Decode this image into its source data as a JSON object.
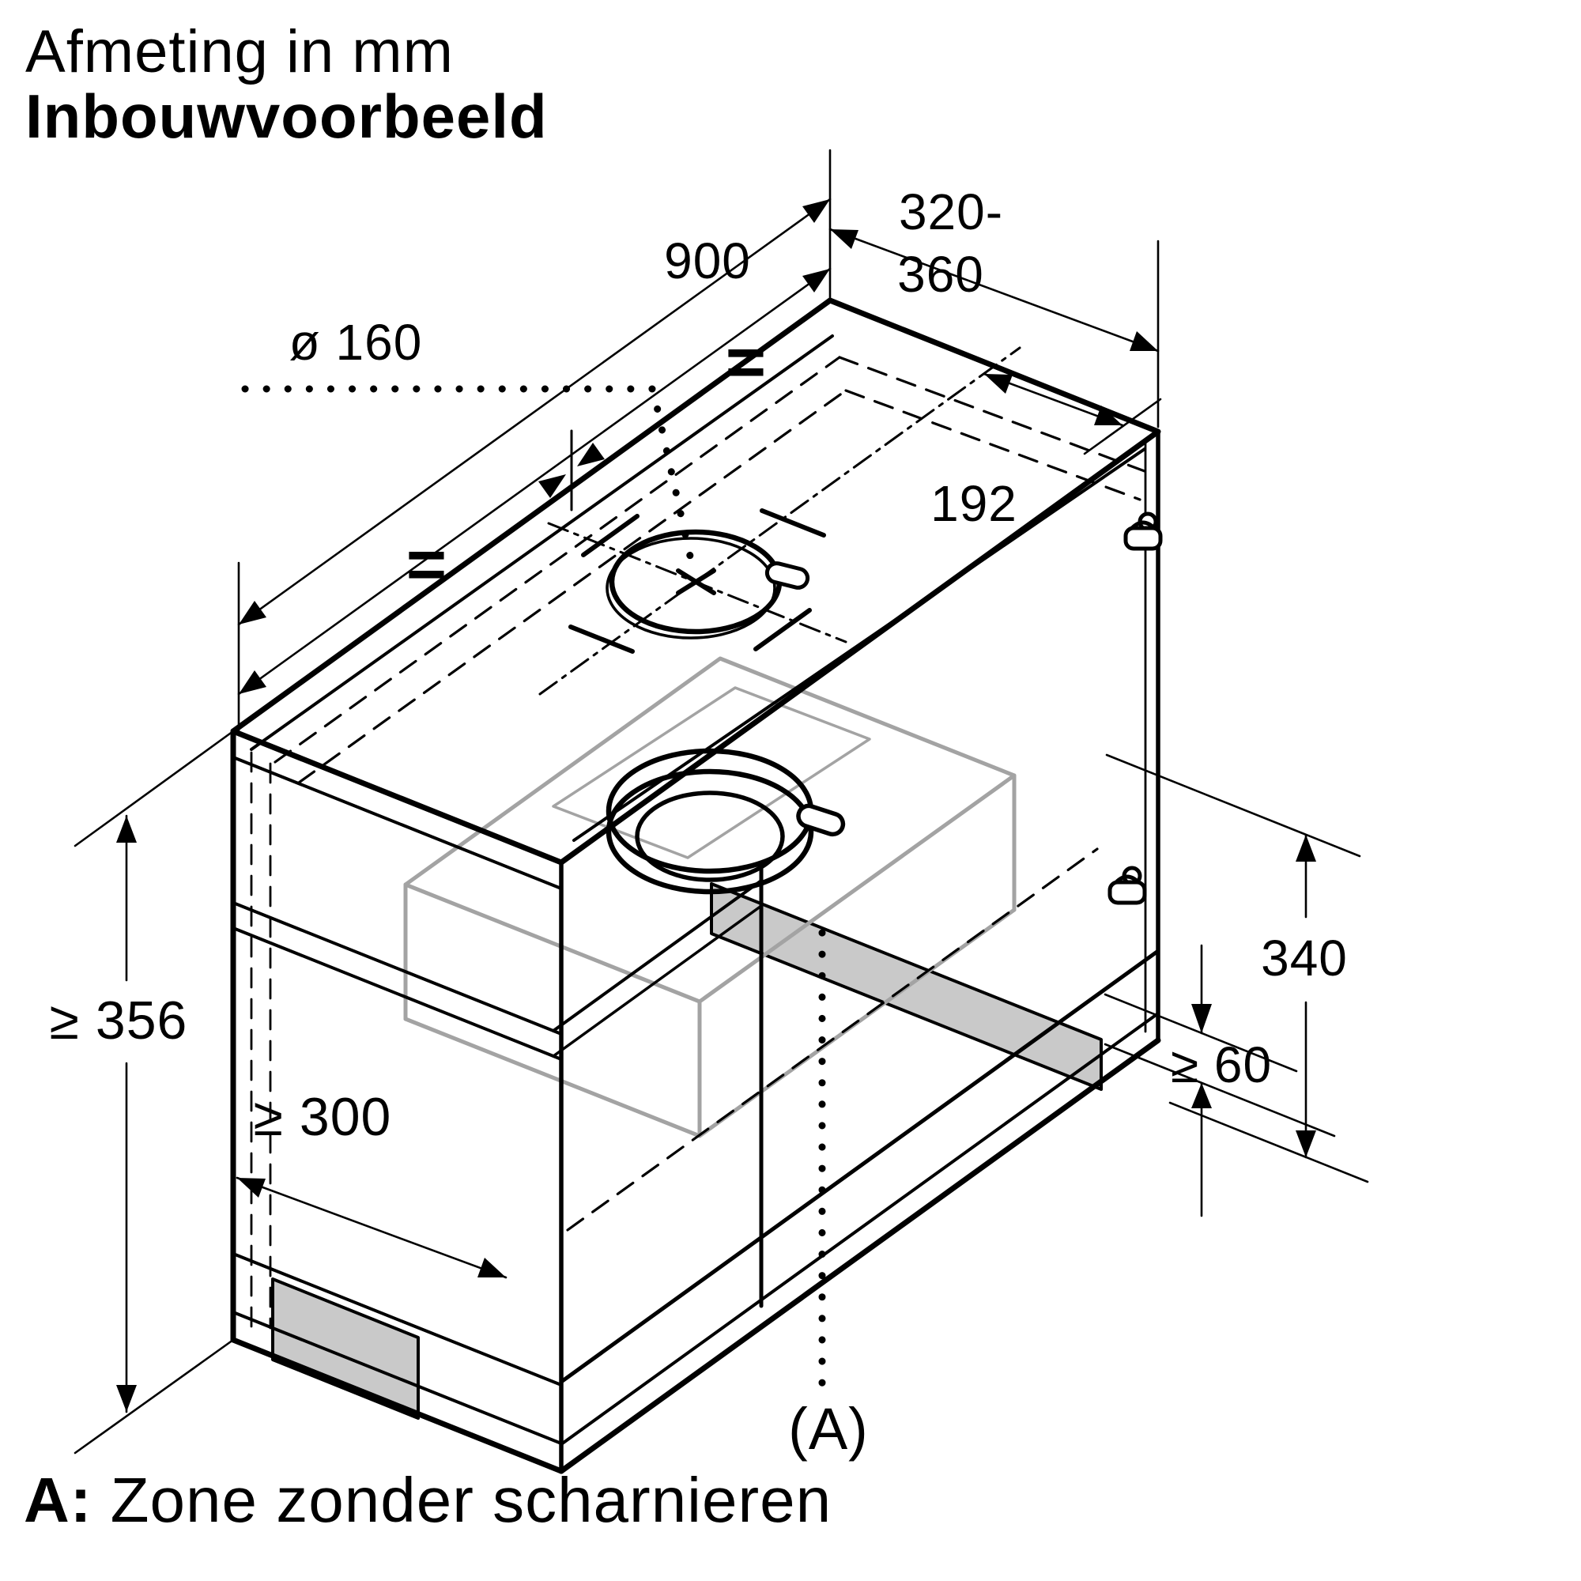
{
  "title": {
    "line1": "Afmeting in mm",
    "line2": "Inbouwvoorbeeld"
  },
  "footer": {
    "prefix": "A:",
    "text": "Zone zonder scharnieren"
  },
  "drawing": {
    "type": "isometric installation drawing of built-in cooker hood cabinet",
    "units": "mm",
    "dimensions": {
      "duct_diameter": "ø 160",
      "cabinet_width": "900",
      "cabinet_depth_line1": "320-",
      "cabinet_depth_line2": "360",
      "duct_center_offset": "192",
      "niche_height_min": "≥ 356",
      "bottom_clearance_min": "≥ 300",
      "hinge_zone_offset": "340",
      "hinge_zone_height_min": "≥ 60",
      "equals_left": "=",
      "equals_right": "=",
      "zone_marker": "(A)"
    },
    "colors": {
      "line": "#000000",
      "insert_outline": "#a3a3a3",
      "zone_fill": "#c9c9c9",
      "background": "#ffffff"
    }
  }
}
